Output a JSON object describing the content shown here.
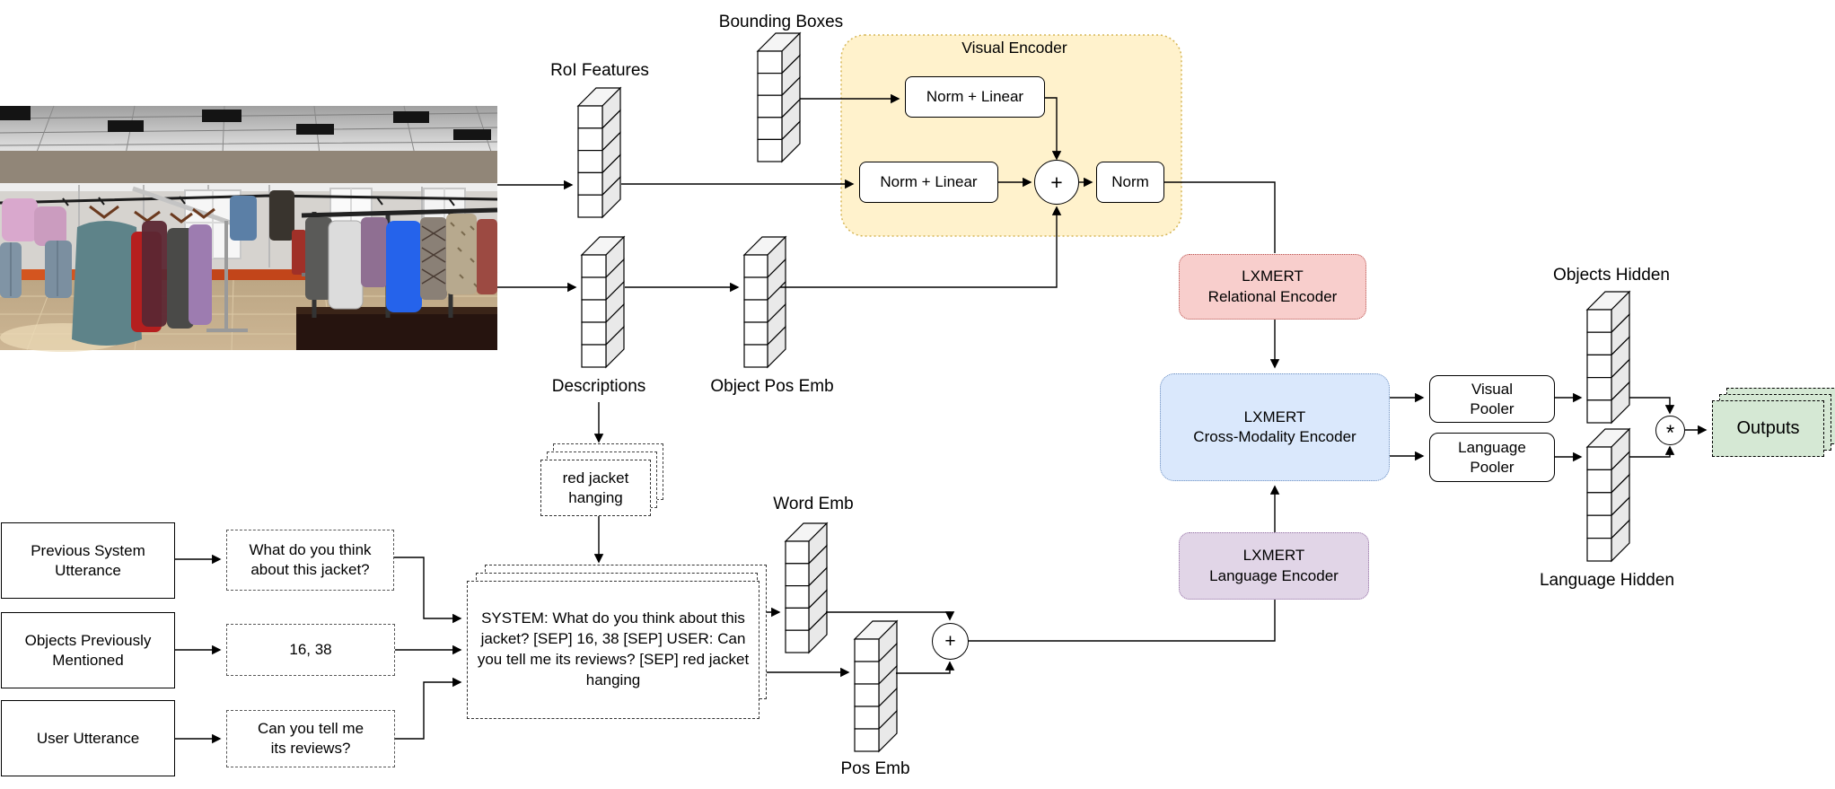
{
  "scene": {
    "description": "3D rendered virtual clothing store with racks of hanging garments"
  },
  "feature_labels": {
    "roi_features": "RoI Features",
    "bounding_boxes": "Bounding Boxes",
    "descriptions": "Descriptions",
    "object_pos_emb": "Object Pos Emb",
    "word_emb": "Word Emb",
    "pos_emb": "Pos Emb",
    "objects_hidden": "Objects Hidden",
    "language_hidden": "Language Hidden"
  },
  "visual_encoder": {
    "title": "Visual Encoder",
    "norm_linear": "Norm + Linear",
    "norm": "Norm",
    "sum_symbol": "+"
  },
  "encoder_blocks": {
    "relational": "LXMERT\nRelational Encoder",
    "cross_modality": "LXMERT\nCross-Modality Encoder",
    "language": "LXMERT\nLanguage Encoder"
  },
  "poolers": {
    "visual": "Visual\nPooler",
    "language": "Language\nPooler"
  },
  "output": {
    "label": "Outputs",
    "multiply_symbol": "*"
  },
  "text_inputs": {
    "sum_symbol": "+",
    "sources": [
      {
        "label": "Previous System\nUtterance",
        "value": "What do you think\nabout this jacket?"
      },
      {
        "label": "Objects Previously\nMentioned",
        "value": "16, 38"
      },
      {
        "label": "User Utterance",
        "value": "Can you tell me\nits reviews?"
      }
    ],
    "description_value": "red jacket\nhanging",
    "combined": "SYSTEM: What do you think about this jacket? [SEP] 16, 38 [SEP] USER: Can you tell me its reviews? [SEP] red jacket hanging"
  },
  "colors": {
    "visual_encoder_fill": "#FFF2CC",
    "visual_encoder_stroke": "#D6B656",
    "relational_fill": "#F8CECC",
    "relational_stroke": "#B85450",
    "cross_modality_fill": "#DAE8FC",
    "cross_modality_stroke": "#6C8EBF",
    "language_fill": "#E1D5E7",
    "language_stroke": "#9673A6",
    "outputs_fill": "#D5E8D4"
  }
}
